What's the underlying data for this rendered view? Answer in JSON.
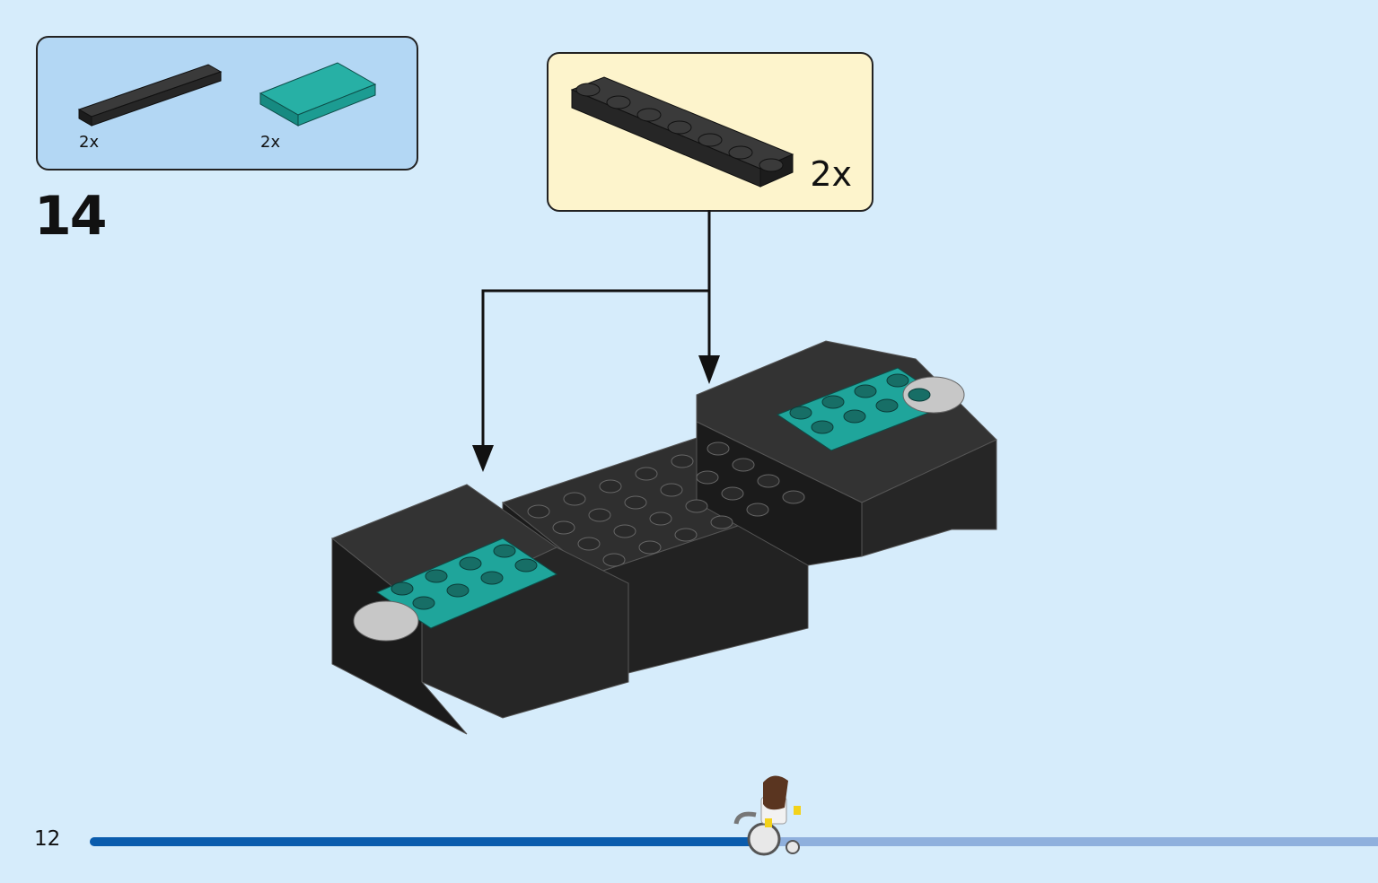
{
  "parts_list": {
    "items": [
      {
        "name": "black-plate-1x8",
        "qty": "2x",
        "color": "#2b2b2b"
      },
      {
        "name": "teal-plate-2x4",
        "qty": "2x",
        "color": "#1fa59b"
      }
    ]
  },
  "step": {
    "number": "14"
  },
  "subassembly": {
    "qty": "2x"
  },
  "page": {
    "number": "12"
  },
  "progress": {
    "fraction": 0.52
  },
  "colors": {
    "background": "#d6ecfb",
    "parts_box": "#b3d7f4",
    "subassembly_box": "#fdf4cc",
    "brick_black": "#2b2b2b",
    "brick_teal": "#1fa59b",
    "progress_done": "#0a5cad",
    "progress_remaining": "#8fb0dd"
  }
}
